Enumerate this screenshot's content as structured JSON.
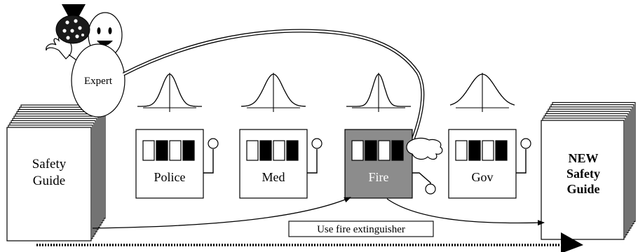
{
  "expert": {
    "label": "Expert"
  },
  "old_guide": {
    "line1": "Safety",
    "line2": "Guide"
  },
  "new_guide": {
    "line1": "NEW",
    "line2": "Safety",
    "line3": "Guide"
  },
  "machines": [
    {
      "label": "Police",
      "pattern": [
        0,
        1,
        0,
        1
      ],
      "highlighted": false,
      "curve_width": 26
    },
    {
      "label": "Med",
      "pattern": [
        0,
        1,
        0,
        1
      ],
      "highlighted": false,
      "curve_width": 32
    },
    {
      "label": "Fire",
      "pattern": [
        0,
        1,
        0,
        1
      ],
      "highlighted": true,
      "curve_width": 20
    },
    {
      "label": "Gov",
      "pattern": [
        0,
        1,
        0,
        1
      ],
      "highlighted": false,
      "curve_width": 44
    }
  ],
  "action": {
    "label": "Use fire extinguisher"
  },
  "colors": {
    "ink": "#000000",
    "paper": "#ffffff",
    "highlight": "#8c8c8c",
    "dots": "#1a1a1a"
  }
}
